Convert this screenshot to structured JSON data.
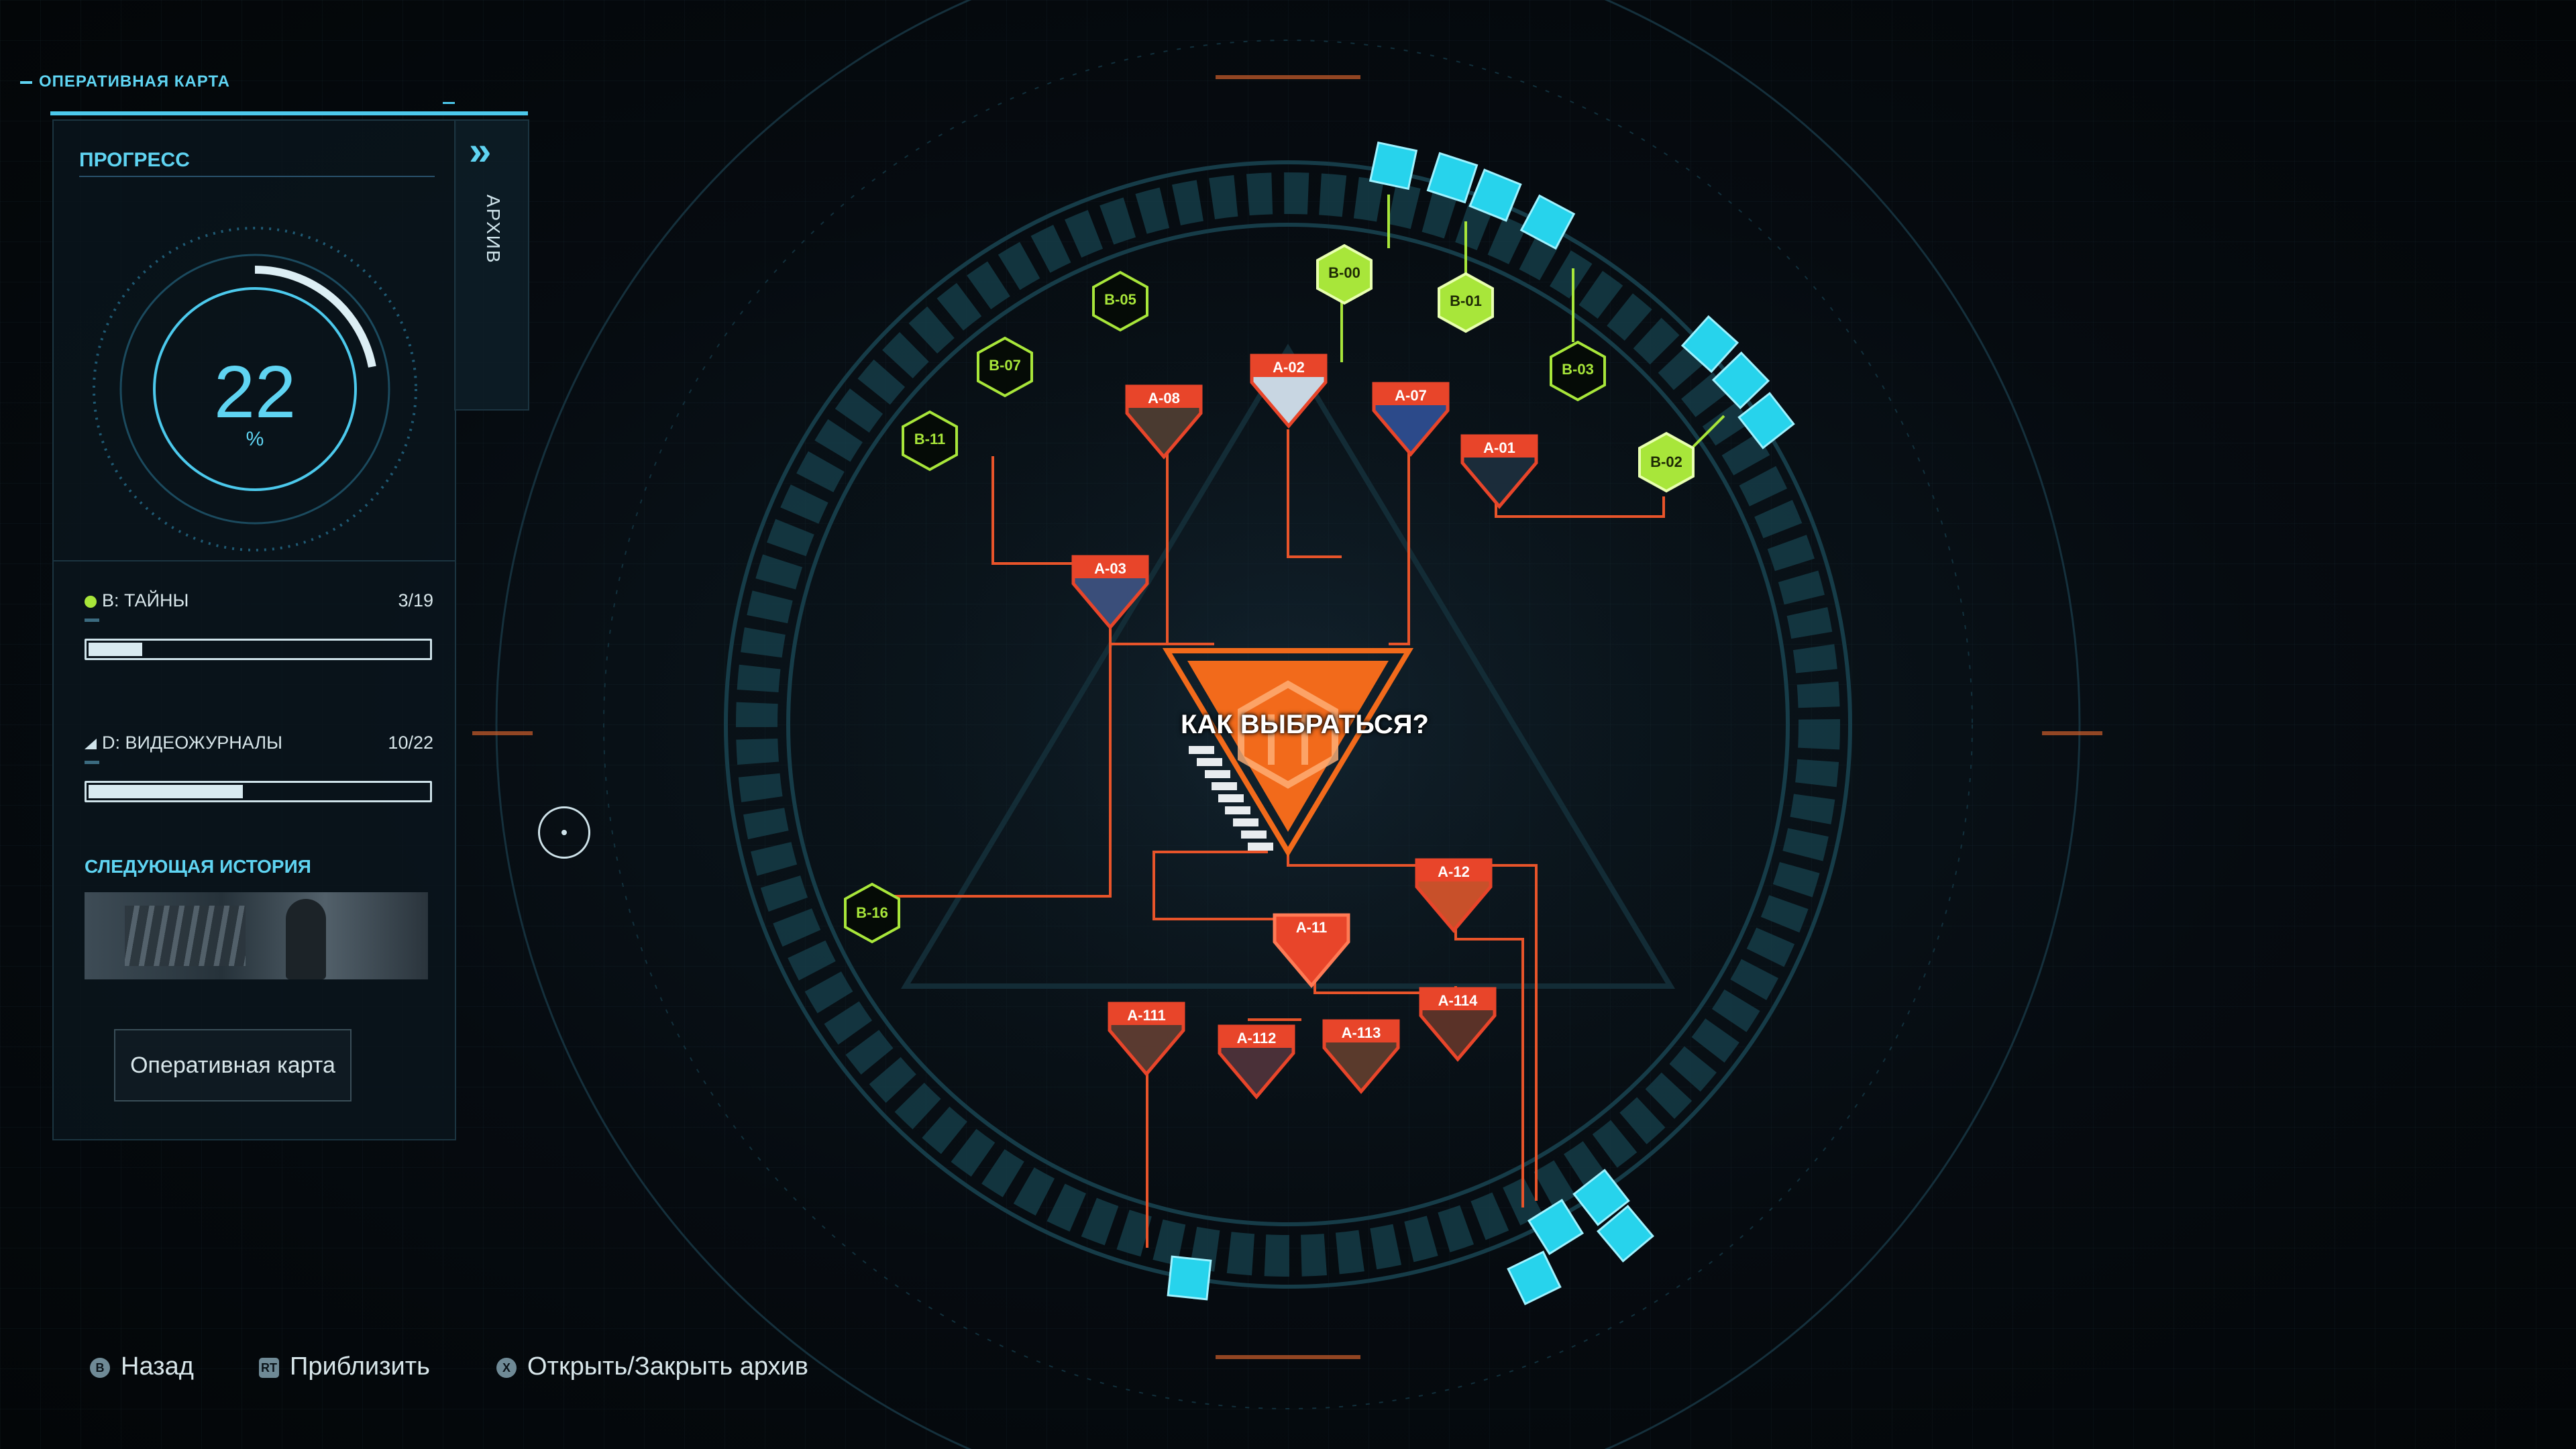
{
  "screen_title": "ОПЕРАТИВНАЯ КАРТА",
  "progress": {
    "title": "ПРОГРЕСС",
    "value": "22",
    "unit": "%",
    "percent": 22
  },
  "archive_tab": {
    "label": "АРХИВ",
    "chevron": "»"
  },
  "stats": [
    {
      "icon": "green-dot-icon",
      "label": "В: ТАЙНЫ",
      "count": "3/19",
      "fraction": 0.158
    },
    {
      "icon": "triangle-icon",
      "label": "D: ВИДЕОЖУРНАЛЫ",
      "count": "10/22",
      "fraction": 0.455
    }
  ],
  "next_story": {
    "title": "СЛЕДУЮЩАЯ ИСТОРИЯ"
  },
  "map_button": "Оперативная карта",
  "center_node": {
    "title": "КАК ВЫБРАТЬСЯ?"
  },
  "nodes_b": [
    "B-00",
    "B-01",
    "B-02",
    "B-03",
    "B-05",
    "B-07",
    "B-11",
    "B-16"
  ],
  "nodes_a": [
    "A-01",
    "A-02",
    "A-03",
    "A-07",
    "A-08",
    "A-11",
    "A-12",
    "A-111",
    "A-112",
    "A-113",
    "A-114"
  ],
  "controls": [
    {
      "button": "B",
      "label": "Назад"
    },
    {
      "button": "RT",
      "label": "Приблизить"
    },
    {
      "button": "X",
      "label": "Открыть/Закрыть архив"
    }
  ],
  "colors": {
    "accent_cyan": "#5fd4f2",
    "b_green": "#a8e63a",
    "a_red": "#e8452a",
    "center_orange": "#f26a1b"
  }
}
